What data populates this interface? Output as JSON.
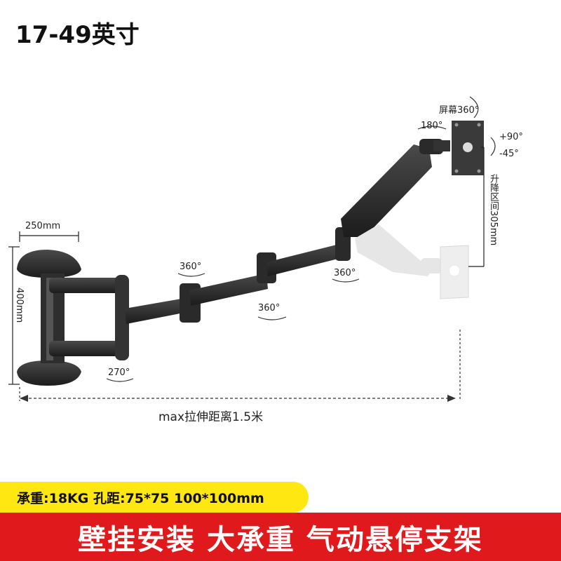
{
  "title": "17-49英寸",
  "dimensions": {
    "width_label": "250mm",
    "height_label": "400mm",
    "reach_label": "max拉伸距离1.5米",
    "lift_label": "升降区间305mm"
  },
  "rotations": {
    "screen": "屏幕360°",
    "tilt_180": "180°",
    "tilt_up": "+90°",
    "tilt_down": "-45°",
    "joint_a": "360°",
    "joint_b": "360°",
    "joint_c": "360°",
    "wall": "270°"
  },
  "spec": "承重:18KG 孔距:75*75 100*100mm",
  "banner": "壁挂安装 大承重 气动悬停支架",
  "colors": {
    "banner_red": "#e0191c",
    "spec_yellow": "#ffe812",
    "arm_dark": "#2b2b2b"
  }
}
